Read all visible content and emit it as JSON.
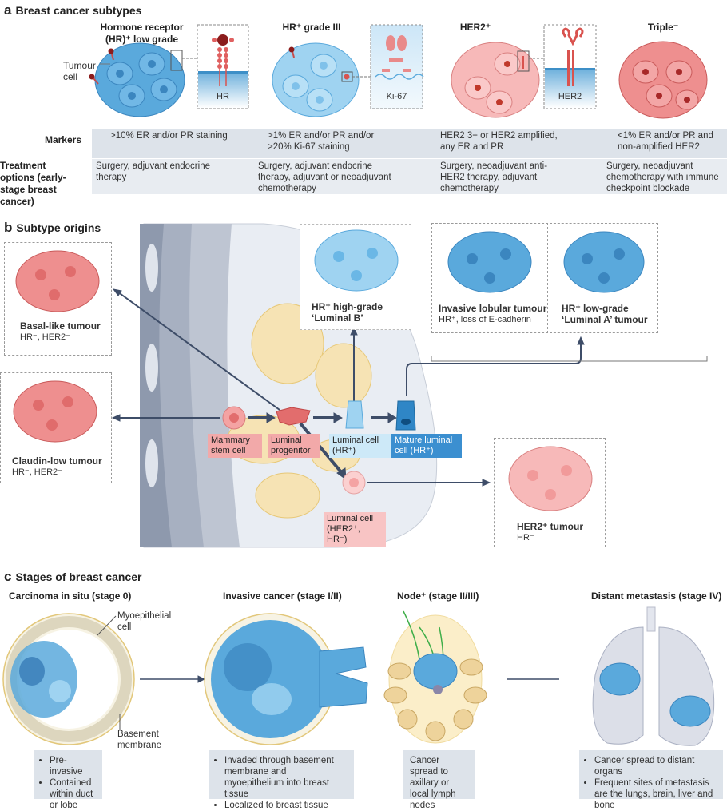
{
  "panel_a": {
    "letter": "a",
    "title": "Breast cancer subtypes",
    "tumour_cell_label": "Tumour cell",
    "subtypes": [
      {
        "title": "Hormone receptor (HR)⁺ low grade",
        "inset_label": "HR",
        "color": "#5aa9dc",
        "marker": ">10% ER and/or PR staining",
        "treatment": "Surgery, adjuvant endocrine therapy"
      },
      {
        "title": "HR⁺ grade III",
        "inset_label": "Ki-67",
        "color": "#8fcbed",
        "marker": ">1% ER and/or PR and/or >20% Ki-67 staining",
        "treatment": "Surgery, adjuvant endocrine therapy, adjuvant or neoadjuvant chemotherapy"
      },
      {
        "title": "HER2⁺",
        "inset_label": "HER2",
        "color": "#f4a3a3",
        "marker": "HER2 3+ or HER2 amplified, any ER and PR",
        "treatment": "Surgery, neoadjuvant anti-HER2 therapy, adjuvant chemotherapy"
      },
      {
        "title": "Triple⁻",
        "inset_label": "",
        "color": "#ec8080",
        "marker": "<1% ER and/or PR and non-amplified HER2",
        "treatment": "Surgery, neoadjuvant chemotherapy with immune checkpoint blockade"
      }
    ],
    "row_labels": {
      "markers": "Markers",
      "treatment": "Treatment options (early-stage breast cancer)"
    }
  },
  "panel_b": {
    "letter": "b",
    "title": "Subtype origins",
    "tumours": {
      "basal": {
        "name": "Basal-like tumour",
        "desc": "HR⁻, HER2⁻"
      },
      "claudin": {
        "name": "Claudin-low tumour",
        "desc": "HR⁻, HER2⁻"
      },
      "luminal_b": {
        "name": "HR⁺ high-grade",
        "name2": "‘Luminal B’"
      },
      "lobular": {
        "name": "Invasive lobular tumour",
        "desc": "HR⁺, loss of E-cadherin"
      },
      "luminal_a": {
        "name": "HR⁺ low-grade",
        "name2": "‘Luminal A’ tumour"
      },
      "her2": {
        "name": "HER2⁺ tumour",
        "desc": "HR⁻"
      }
    },
    "cells": {
      "stem": "Mammary stem cell",
      "progenitor": "Luminal progenitor",
      "luminal_hr": "Luminal cell (HR⁺)",
      "mature": "Mature luminal cell (HR⁺)",
      "luminal_her2": "Luminal cell (HER2⁺, HR⁻)"
    }
  },
  "panel_c": {
    "letter": "c",
    "title": "Stages of breast cancer",
    "stages": [
      {
        "title": "Carcinoma in situ (stage 0)",
        "bullets": [
          "Pre-invasive",
          "Contained within duct or lobe"
        ]
      },
      {
        "title": "Invasive cancer (stage I/II)",
        "bullets": [
          "Invaded through basement membrane and myoepithelium into breast tissue",
          "Localized to breast tissue"
        ]
      },
      {
        "title": "Node⁺ (stage II/III)",
        "text": "Cancer spread to axillary or local lymph nodes"
      },
      {
        "title": "Distant metastasis (stage IV)",
        "bullets": [
          "Cancer spread to distant organs",
          "Frequent sites of metastasis are the lungs, brain, liver and bone"
        ]
      }
    ],
    "labels": {
      "myoepithelial": "Myoepithelial cell",
      "basement": "Basement membrane"
    }
  }
}
